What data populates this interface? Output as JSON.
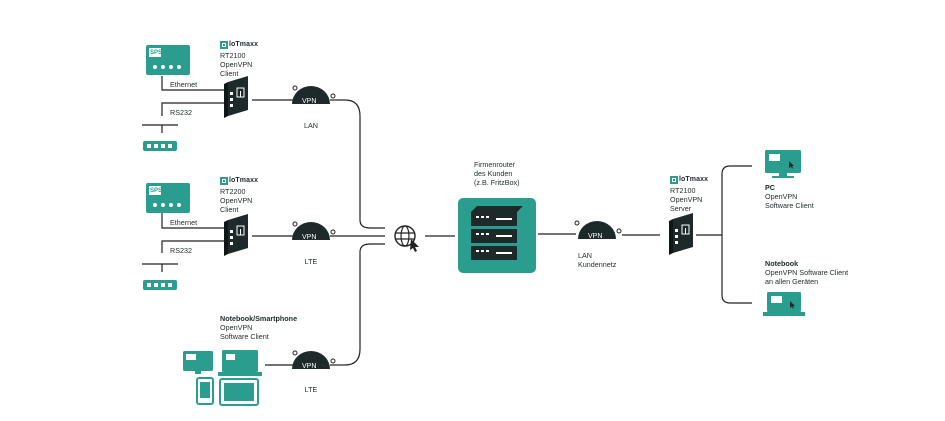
{
  "colors": {
    "accent": "#2a9d8f",
    "dark": "#1e2a2a",
    "line": "#222222"
  },
  "brand": "loTmaxx",
  "site1": {
    "device_title": "RT2100",
    "device_sub1": "OpenVPN",
    "device_sub2": "Client",
    "sps_label": "SPS",
    "ethernet": "Ethernet",
    "rs232": "RS232",
    "vpn": "VPN",
    "link": "LAN"
  },
  "site2": {
    "device_title": "RT2200",
    "device_sub1": "OpenVPN",
    "device_sub2": "Client",
    "sps_label": "SPS",
    "ethernet": "Ethernet",
    "rs232": "RS232",
    "vpn": "VPN",
    "link": "LTE"
  },
  "site3": {
    "title": "Notebook/Smartphone",
    "sub1": "OpenVPN",
    "sub2": "Software Client",
    "vpn": "VPN",
    "link": "LTE"
  },
  "router": {
    "line1": "Firmenrouter",
    "line2": "des Kunden",
    "line3": "(z.B. FritzBox)"
  },
  "customer_net": {
    "vpn": "VPN",
    "line1": "LAN",
    "line2": "Kundennetz"
  },
  "server": {
    "title": "RT2100",
    "sub1": "OpenVPN",
    "sub2": "Server"
  },
  "pc": {
    "title": "PC",
    "sub1": "OpenVPN",
    "sub2": "Software Client"
  },
  "notebook": {
    "title": "Notebook",
    "sub1": "OpenVPN Software Client",
    "sub2": "an allen Geräten"
  }
}
